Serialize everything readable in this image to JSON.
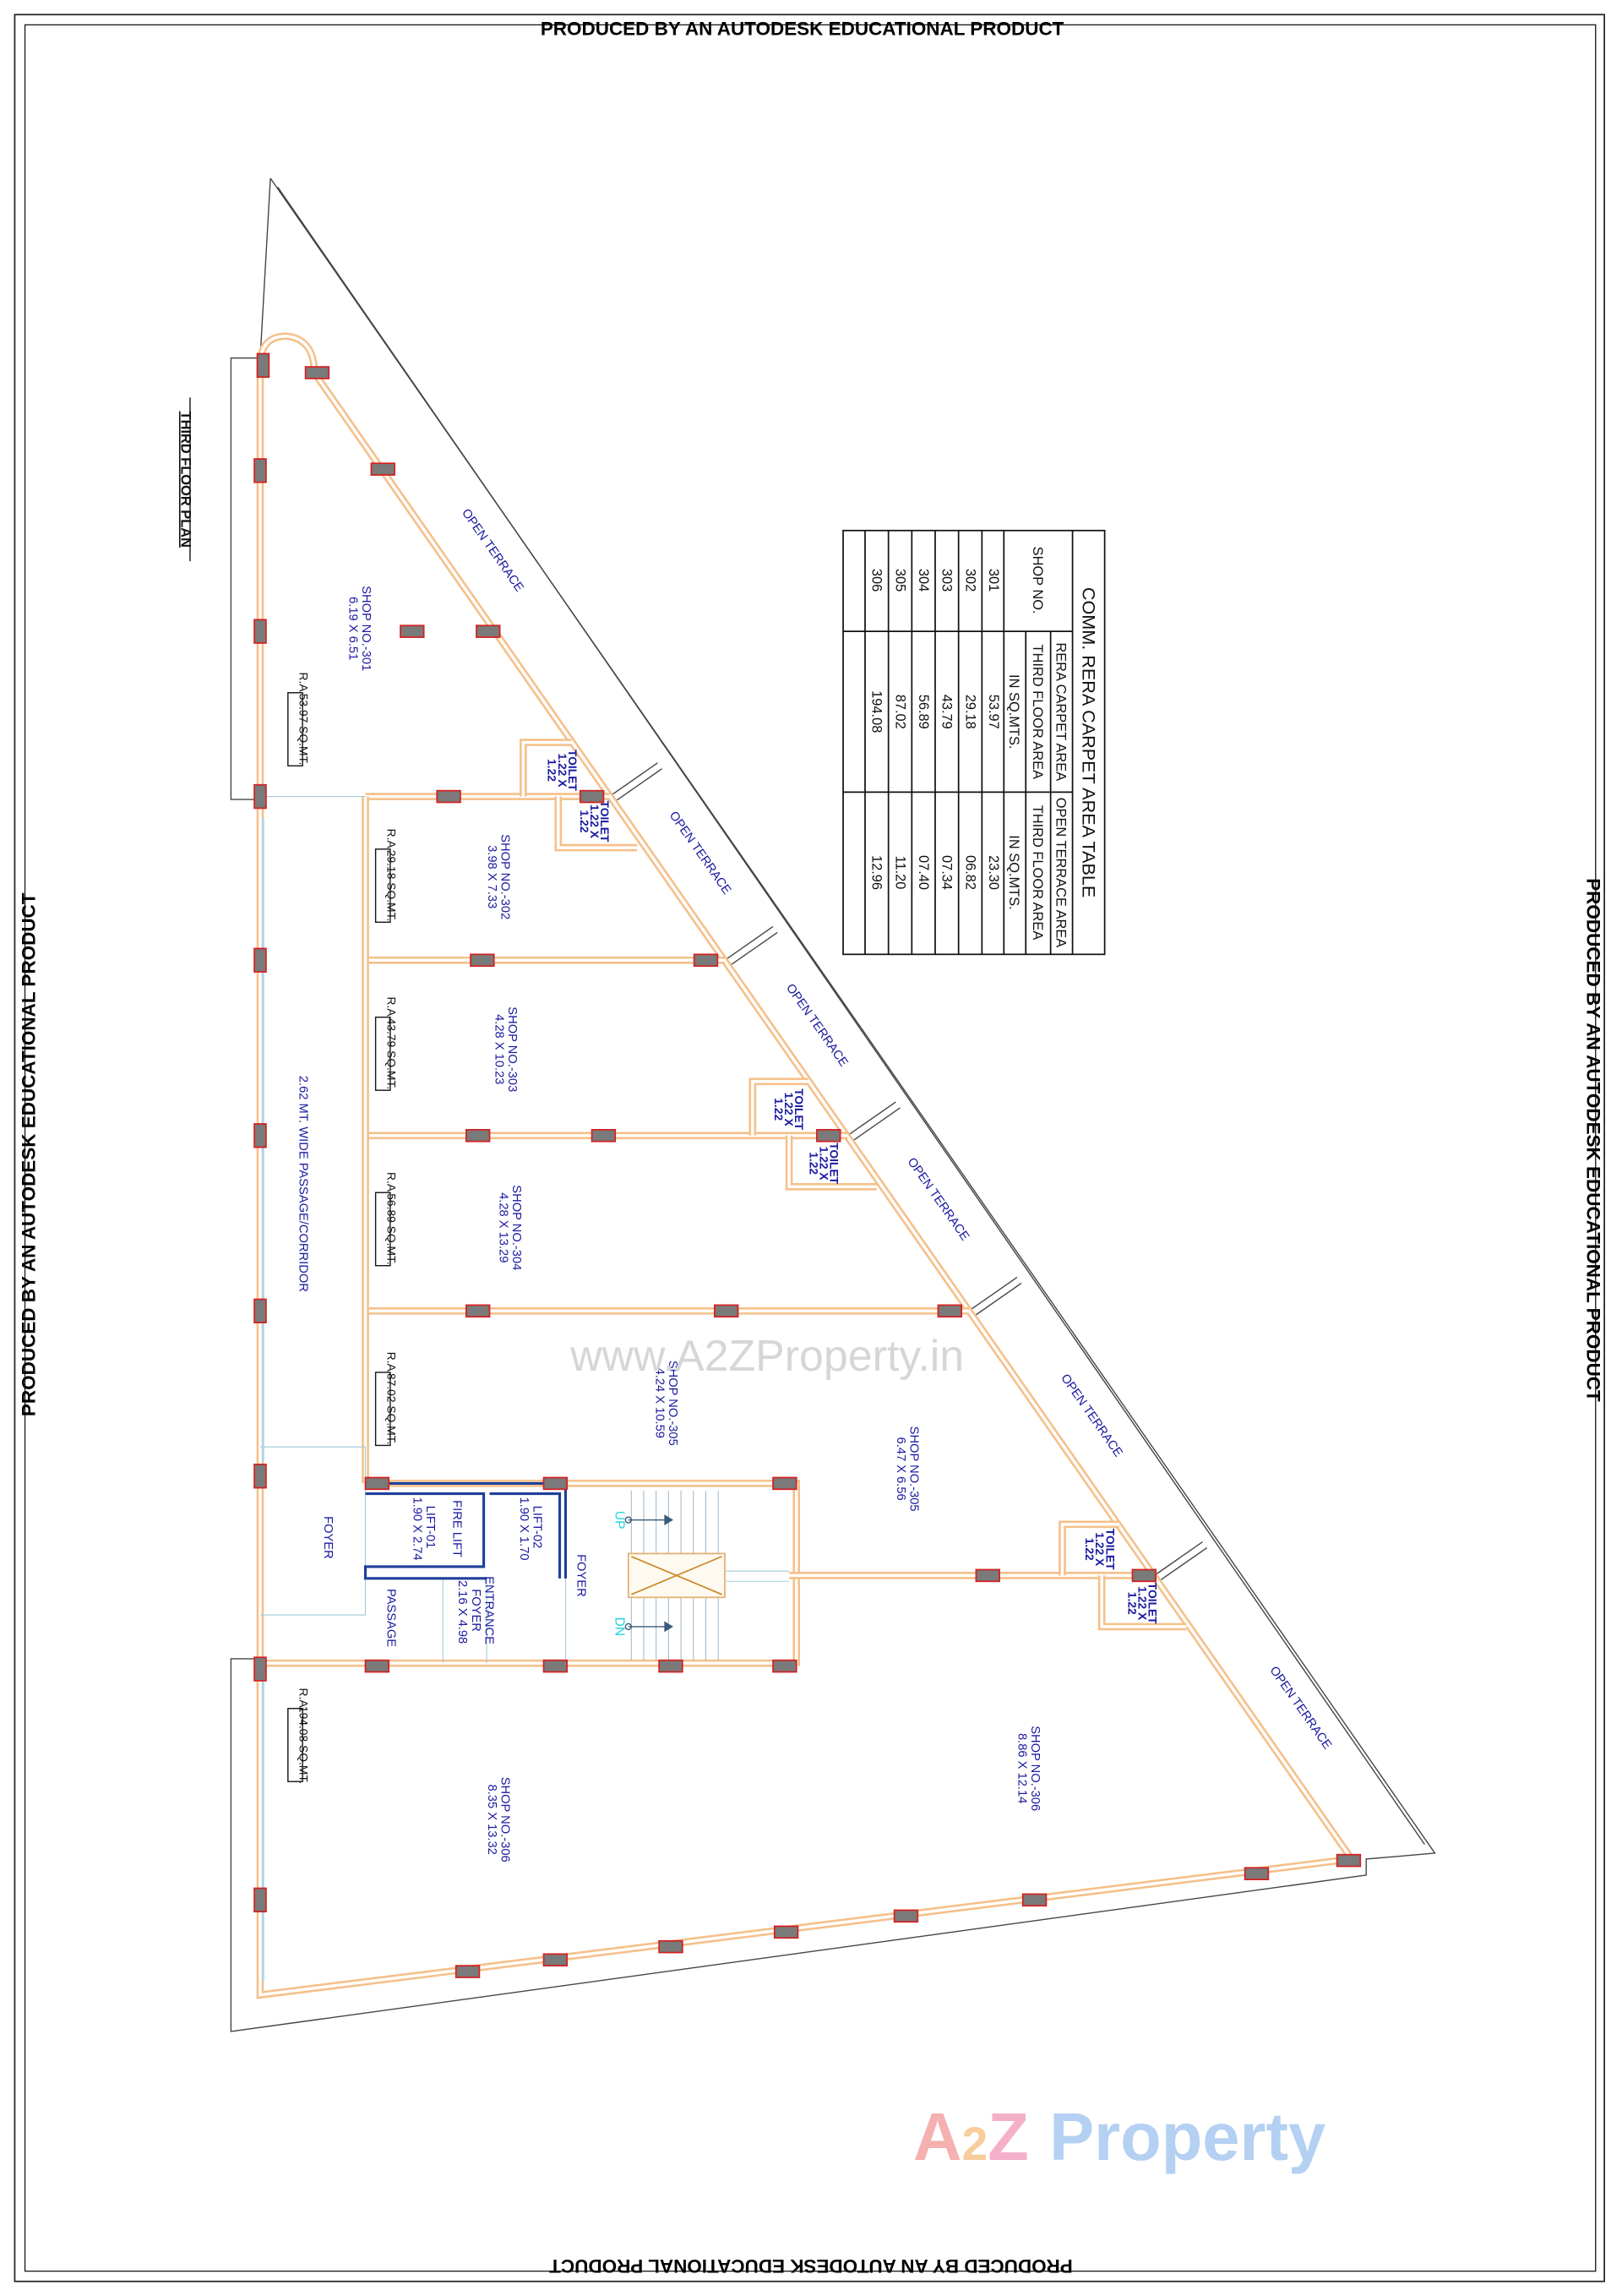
{
  "sheet_notice": "PRODUCED BY AN AUTODESK EDUCATIONAL PRODUCT",
  "drawing_title": "THIRD FLOOR PLAN",
  "watermark_url": "www.A2ZProperty.in",
  "logo": {
    "part1": "A",
    "part2": "2",
    "part3": "Z",
    "part4": "Property",
    "colors": [
      "#f4a3a3",
      "#f7c48a",
      "#f4a3c0",
      "#a8c8f0"
    ]
  },
  "colors": {
    "wall": "#f5c08a",
    "column_fill": "#7a7a7a",
    "column_border": "#d42020",
    "lift": "#1f3f9a",
    "label": "#1a1aa0",
    "stair_arrow": "#22d3e0"
  },
  "shops": [
    {
      "name": "SHOP NO.-301",
      "size": "6.19 X 6.51",
      "ra_prefix": "R.A",
      "ra": "53.97 SQ.MT."
    },
    {
      "name": "SHOP NO.-302",
      "size": "3.98 X 7.33",
      "ra_prefix": "R.A",
      "ra": "29.18 SQ.MT."
    },
    {
      "name": "SHOP NO.-303",
      "size": "4.28 X 10.23",
      "ra_prefix": "R.A",
      "ra": "43.79 SQ.MT."
    },
    {
      "name": "SHOP NO.-304",
      "size": "4.28 X 13.29",
      "ra_prefix": "R.A",
      "ra": "56.89 SQ.MT."
    },
    {
      "name": "SHOP NO.-305",
      "size": "4.24 X 10.59",
      "ra_prefix": "R.A",
      "ra": "87.02 SQ.MT."
    },
    {
      "name": "SHOP NO.-305",
      "size": "6.47 X 6.56"
    },
    {
      "name": "SHOP NO.-306",
      "size": "8.86 X 12.14"
    },
    {
      "name": "SHOP NO.-306",
      "size": "8.35 X 13.32",
      "ra_prefix": "R.A",
      "ra": "194.08 SQ.MT."
    }
  ],
  "toilet": {
    "name": "TOILET",
    "size1": "1.22 X",
    "size2": "1.22"
  },
  "open_terrace": "OPEN TERRACE",
  "corridor": "2.62 MT. WIDE PASSAGE/CORRIDOR",
  "core": {
    "foyer": "FOYER",
    "passage": "PASSAGE",
    "entrance_foyer_1": "ENTRANCE",
    "entrance_foyer_2": "FOYER",
    "entrance_foyer_size": "2.16 X 4.98",
    "fire_lift": "FIRE LIFT",
    "lift1": "LIFT-01",
    "lift1_size": "1.90 X 2.74",
    "lift2": "LIFT-02",
    "lift2_size": "1.90 X 1.70",
    "up": "UP",
    "down": "DN"
  },
  "table": {
    "title": "COMM. RERA CARPET AREA TABLE",
    "headers": {
      "shop_no": "SHOP NO.",
      "carpet_1": "RERA CARPET AREA",
      "terrace_1": "OPEN TERRACE AREA",
      "floor": "THIRD FLOOR AREA",
      "unit": "IN SQ.MTS."
    },
    "rows": [
      {
        "shop": "301",
        "carpet": "53.97",
        "terrace": "23.30"
      },
      {
        "shop": "302",
        "carpet": "29.18",
        "terrace": "06.82"
      },
      {
        "shop": "303",
        "carpet": "43.79",
        "terrace": "07.34"
      },
      {
        "shop": "304",
        "carpet": "56.89",
        "terrace": "07.40"
      },
      {
        "shop": "305",
        "carpet": "87.02",
        "terrace": "11.20"
      },
      {
        "shop": "306",
        "carpet": "194.08",
        "terrace": "12.96"
      }
    ]
  }
}
